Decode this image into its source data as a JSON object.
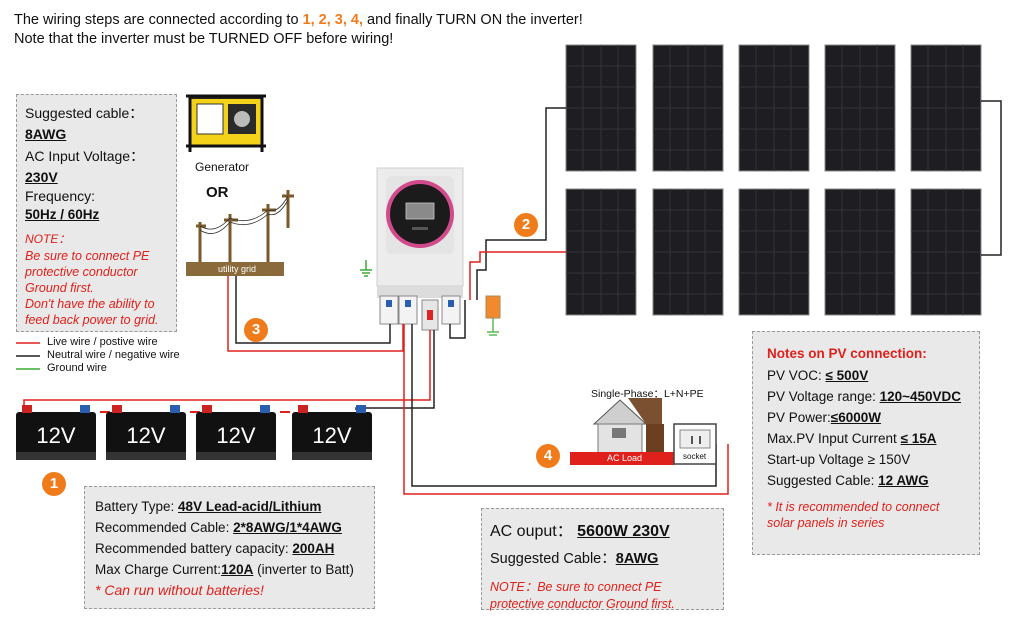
{
  "header": {
    "line1_prefix": "The wiring steps are connected according to ",
    "steps": "1, 2, 3, 4,",
    "line1_suffix": " and finally TURN ON the inverter!",
    "line2": "Note that the inverter must be TURNED OFF before wiring!"
  },
  "ac_input_panel": {
    "cable_label": "Suggested cable：",
    "cable_value": "8AWG",
    "voltage_label": "AC Input Voltage：",
    "voltage_value": "230V",
    "frequency_label": "Frequency:",
    "frequency_value": "50Hz / 60Hz",
    "note_title": "NOTE：",
    "note_lines": [
      "Be sure to  connect PE",
      "protective  conductor",
      "Ground  first.",
      "Don't have the ability to",
      "feed back power to grid."
    ]
  },
  "generator": {
    "label": "Generator",
    "or": "OR",
    "grid_label": "utility grid"
  },
  "legend": {
    "live": "Live wire / postive wire",
    "neutral": "Neutral wire / negative wire",
    "ground": "Ground wire"
  },
  "batteries": {
    "label": "12V"
  },
  "step_badges": [
    "1",
    "2",
    "3",
    "4"
  ],
  "battery_panel": {
    "type_label": "Battery Type: ",
    "type_value": "48V Lead-acid/Lithium",
    "cable_label": "Recommended Cable: ",
    "cable_value": "2*8AWG/1*4AWG",
    "capacity_label": "Recommended battery capacity: ",
    "capacity_value": "200AH",
    "charge_label": "Max Charge Current:",
    "charge_value": "120A",
    "charge_suffix": " (inverter to Batt)",
    "note": "* Can run without batteries!"
  },
  "house": {
    "phase": "Single-Phase：L+N+PE",
    "ac_load": "AC Load",
    "socket": "socket"
  },
  "ac_output_panel": {
    "output_label": "AC ouput：",
    "output_value": "5600W 230V",
    "cable_label": "Suggested Cable：",
    "cable_value": "8AWG",
    "note_lines": [
      "NOTE：Be sure to  connect PE",
      "protective  conductor Ground  first."
    ]
  },
  "pv_panel": {
    "title": "Notes on PV connection:",
    "voc_label": "PV VOC: ",
    "voc_value": "≤ 500V",
    "range_label": "PV Voltage range: ",
    "range_value": "120~450VDC",
    "power_label": "PV Power:",
    "power_value": "≤6000W",
    "current_label": "Max.PV Input Current ",
    "current_value": "≤ 15A",
    "startup": "Start-up Voltage ≥ 150V",
    "cable_label": "Suggested Cable: ",
    "cable_value": "12 AWG",
    "note_lines": [
      "* It is recommended to connect",
      "solar panels in series"
    ]
  },
  "colors": {
    "live": "#e0201b",
    "neutral": "#222222",
    "ground": "#3aaa35",
    "accent": "#f07b1a",
    "panel_bg": "#e9e9e9"
  }
}
